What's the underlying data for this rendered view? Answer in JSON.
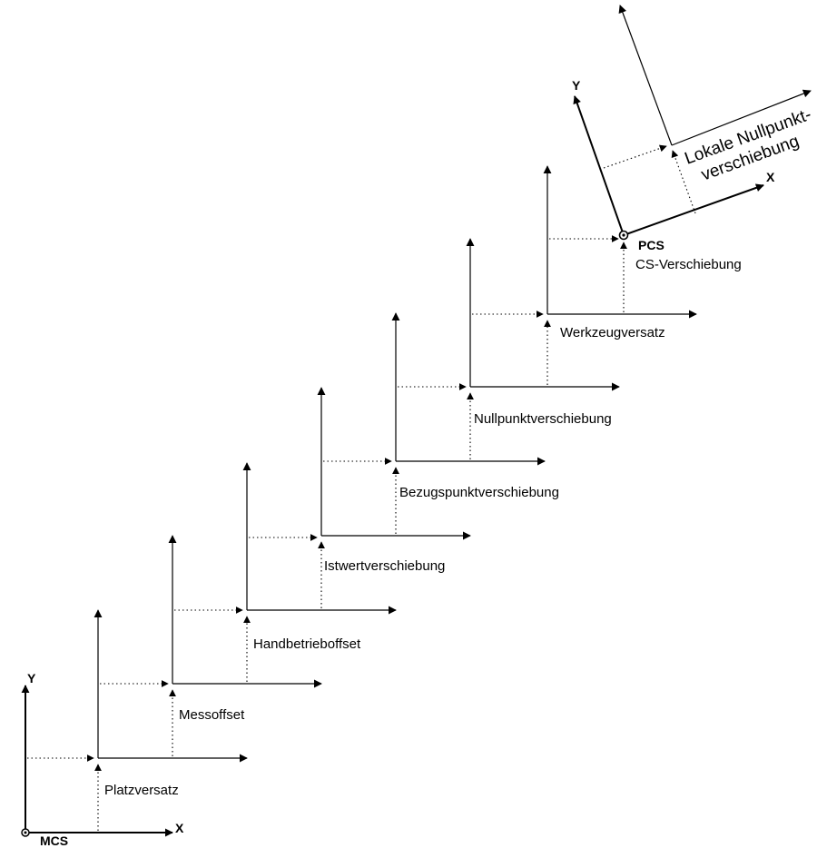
{
  "mcs": {
    "label": "MCS",
    "x_axis": "X",
    "y_axis": "Y"
  },
  "pcs": {
    "label": "PCS",
    "x_axis": "X",
    "y_axis": "Y"
  },
  "stages": [
    {
      "label": "Platzversatz"
    },
    {
      "label": "Messoffset"
    },
    {
      "label": "Handbetrieboffset"
    },
    {
      "label": "Istwertverschiebung"
    },
    {
      "label": "Bezugspunktverschiebung"
    },
    {
      "label": "Nullpunktverschiebung"
    },
    {
      "label": "Werkzeugversatz"
    },
    {
      "label": "CS-Verschiebung"
    }
  ],
  "local_shift": {
    "line1": "Lokale Nullpunkt-",
    "line2": "verschiebung"
  }
}
